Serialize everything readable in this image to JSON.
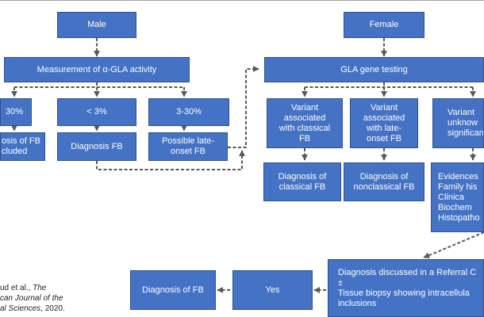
{
  "nodes": {
    "male": "Male",
    "female": "Female",
    "measurement": "Measurement of α-GLA activity",
    "gla_testing": "GLA gene testing",
    "gt30": "30%",
    "lt3": "< 3%",
    "range3_30": "3-30%",
    "fb_excluded": "osis of FB\ncluded",
    "diagnosis_fb_mid": "Diagnosis FB",
    "possible_late": "Possible late-\nonset FB",
    "variant_classical": "Variant\nassociated\nwith classical\nFB",
    "variant_late": "Variant\nassociated\nwith late-\nonset FB",
    "variant_unknown": "Variant\nunknow\nsignifican",
    "diag_classical": "Diagnosis of\nclassical FB",
    "diag_nonclassical": "Diagnosis of\nnonclassical FB",
    "evidences": "Evidences\nFamily his\nClinica\nBiochem\nHistopatho",
    "referral": "Diagnosis discussed in a Referral C\n±\nTissue biopsy showing intracellula\ninclusions",
    "yes": "Yes",
    "diag_fb_final": "Diagnosis of FB"
  },
  "caption": {
    "line1_prefix": "ud et al., ",
    "line1_italic": "The",
    "line2_italic": "can Journal of the",
    "line3_italic": "al Sciences",
    "line3_suffix": ", 2020."
  },
  "colors": {
    "box_fill": "#4472c4",
    "box_border": "#2f528f",
    "connector": "#595959"
  }
}
